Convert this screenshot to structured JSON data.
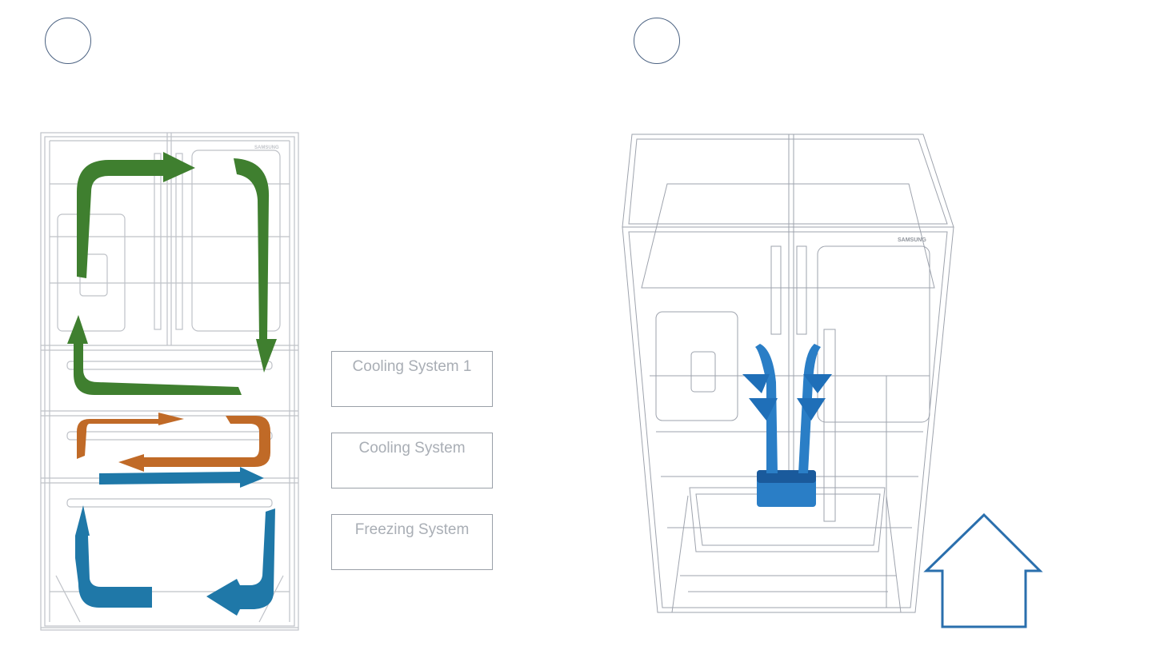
{
  "brand": "SAMSUNG",
  "labels": {
    "cooling_system_1": "Cooling System 1",
    "cooling_system": "Cooling System",
    "freezing_system": "Freezing System"
  },
  "colors": {
    "green": "#3f7f2f",
    "orange": "#c06a27",
    "blue": "#1f78a8",
    "blue_bright": "#2a7ec6",
    "outline": "#b9bcc2",
    "circle": "#4b6282",
    "up_arrow": "#2a6fad"
  }
}
